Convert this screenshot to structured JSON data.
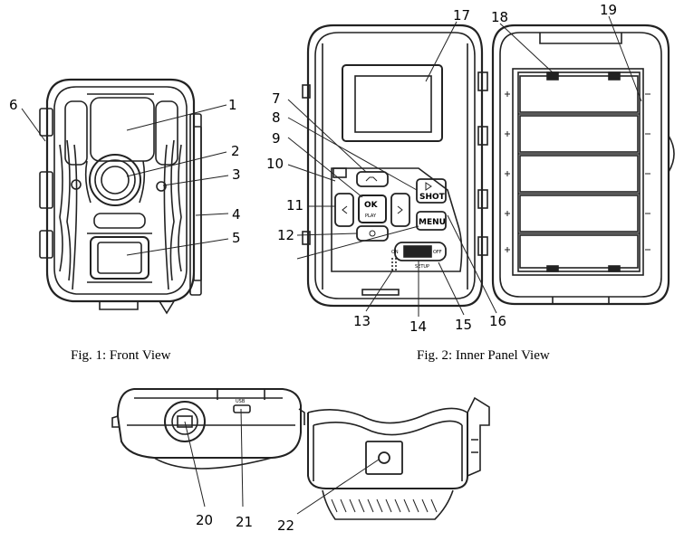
{
  "figures": {
    "fig1_caption": "Fig. 1: Front View",
    "fig2_caption": "Fig. 2: Inner Panel View"
  },
  "callouts": [
    "1",
    "2",
    "3",
    "4",
    "5",
    "6",
    "7",
    "8",
    "9",
    "10",
    "11",
    "12",
    "13",
    "14",
    "15",
    "16",
    "17",
    "18",
    "19",
    "20",
    "21",
    "22"
  ],
  "buttons": {
    "ok_label": "OK",
    "play_label": "PLAY",
    "shot_label": "SHOT",
    "menu_label": "MENU"
  },
  "switch": {
    "on": "ON",
    "off": "OFF",
    "setup": "SETUP"
  },
  "usb_label": "USB",
  "colors": {
    "line": "#222222",
    "background": "#ffffff"
  }
}
